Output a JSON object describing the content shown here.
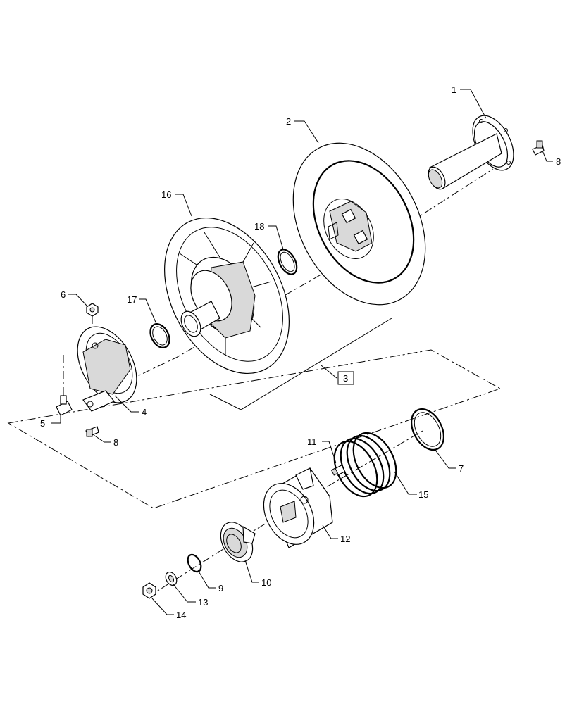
{
  "callouts": {
    "c1": "1",
    "c2": "2",
    "c3": "3",
    "c4": "4",
    "c5": "5",
    "c6": "6",
    "c7": "7",
    "c8a": "8",
    "c8b": "8",
    "c9": "9",
    "c10": "10",
    "c11": "11",
    "c12": "12",
    "c13": "13",
    "c14": "14",
    "c15": "15",
    "c16": "16",
    "c17": "17",
    "c18": "18"
  }
}
